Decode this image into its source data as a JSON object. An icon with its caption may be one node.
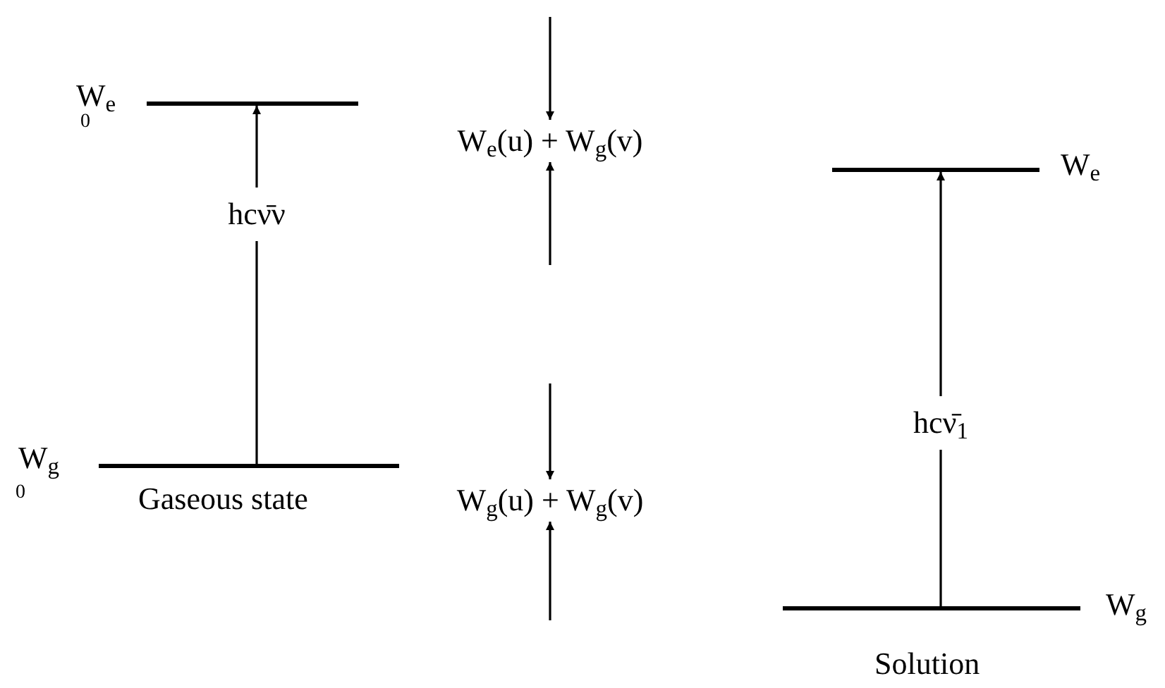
{
  "diagram": {
    "nodes": [
      {
        "text": [],
        "shape": "bar",
        "beside": [
          "W$_{e}$",
          "0"
        ]
      },
      {
        "text": [],
        "shape": "bar",
        "beside": [
          "W$_{g}$",
          "0"
        ]
      },
      {
        "text": [
          "W$_{e}$(u) + W$_{g}$(v)"
        ]
      },
      {
        "text": [
          "W$_{g}$(u) + W$_{g}$(v)"
        ]
      },
      {
        "text": [],
        "shape": "bar",
        "beside": [
          "W$_{e}$"
        ]
      },
      {
        "text": [],
        "shape": "bar",
        "beside": [
          "W$_{g}$"
        ]
      }
    ],
    "edges": [
      {
        "from": 1,
        "to": 0,
        "arrow": "to",
        "label": "hcν̄ν"
      },
      {
        "from": null,
        "to": 2,
        "arrow": "to"
      },
      {
        "from": null,
        "to": 2,
        "arrow": "to"
      },
      {
        "from": null,
        "to": 3,
        "arrow": "to"
      },
      {
        "from": null,
        "to": 3,
        "arrow": "to"
      },
      {
        "from": 5,
        "to": 4,
        "arrow": "to",
        "label": "hcν̄$_{1}$"
      }
    ],
    "labels": [
      "Gaseous state",
      "Solution"
    ]
  }
}
